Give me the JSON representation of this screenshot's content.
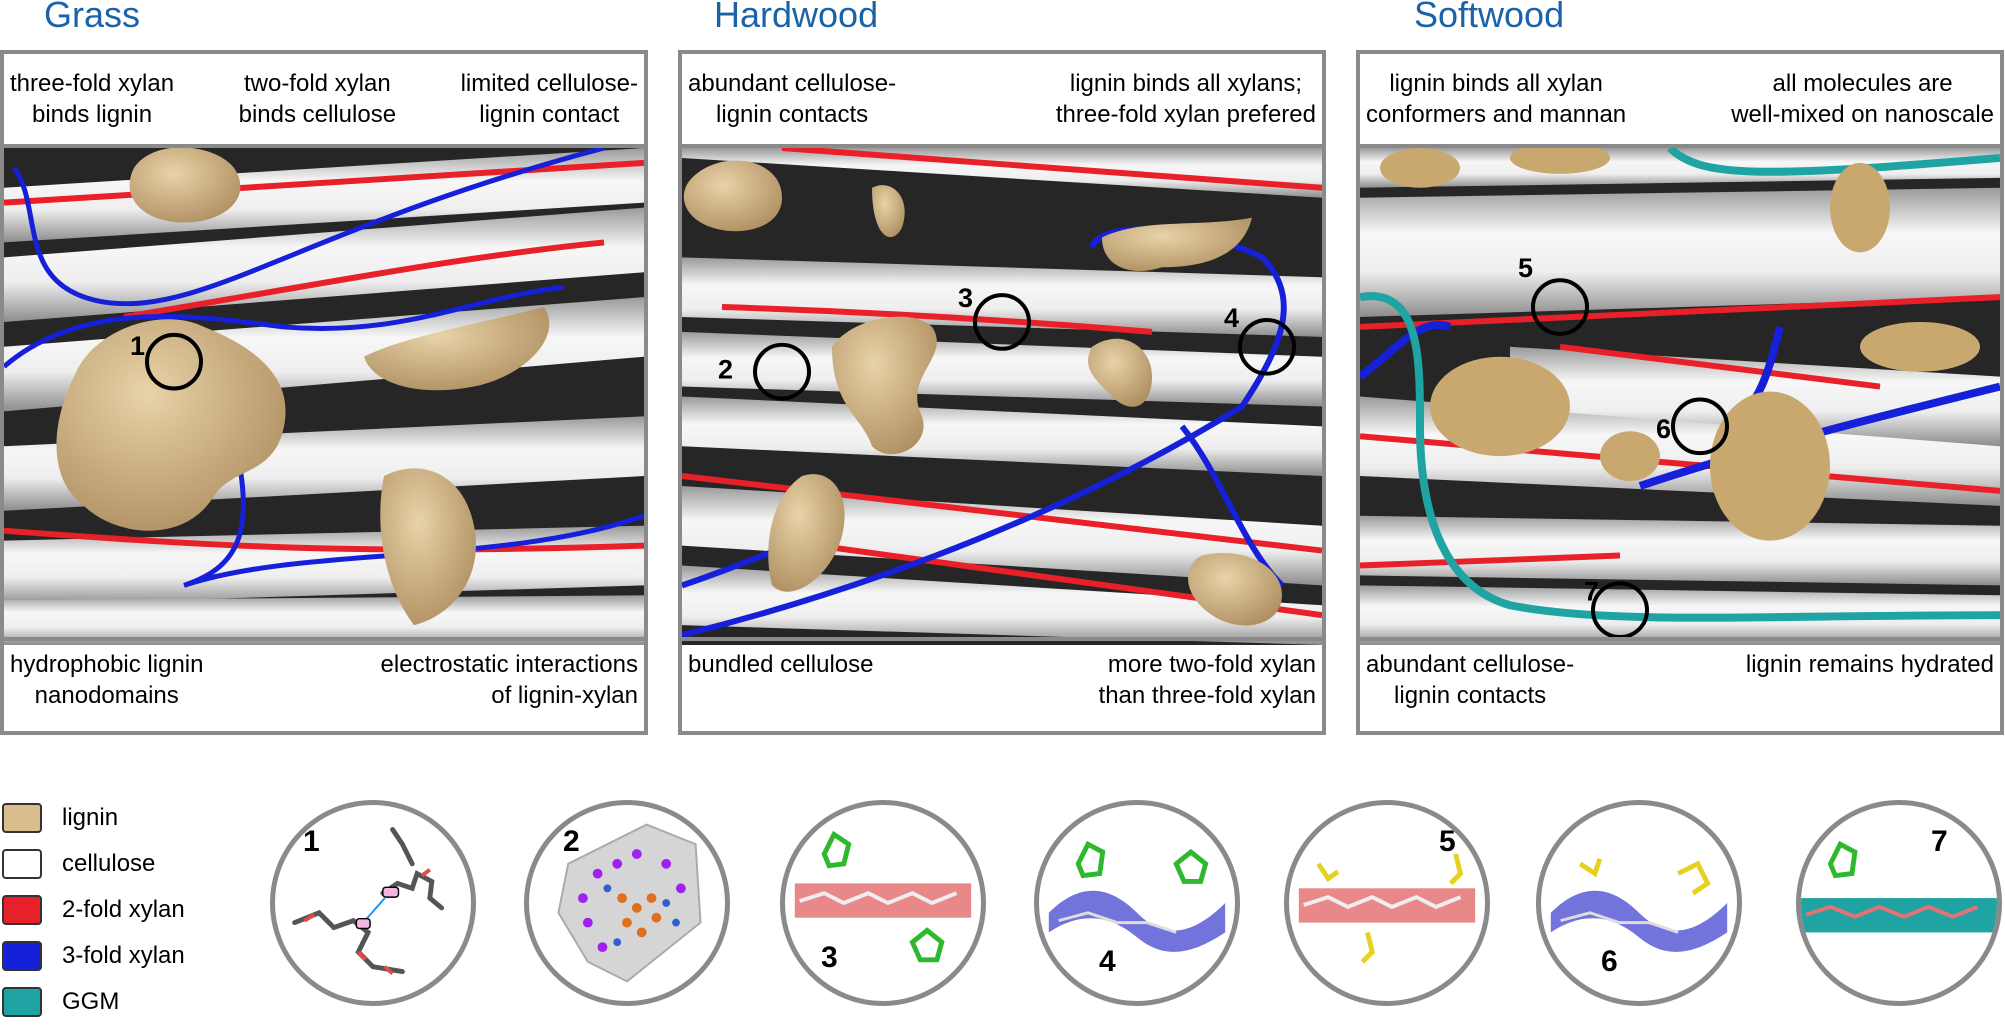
{
  "panels": {
    "grass": {
      "title": "Grass",
      "top_left": "three-fold xylan\nbinds lignin",
      "top_mid": "two-fold xylan\nbinds cellulose",
      "top_right": "limited cellulose-\nlignin contact",
      "bottom_left": "hydrophobic lignin\nnanodomains",
      "bottom_right": "electrostatic interactions\nof lignin-xylan",
      "markers": [
        "1"
      ]
    },
    "hardwood": {
      "title": "Hardwood",
      "top_left": "abundant cellulose-\nlignin contacts",
      "top_right": "lignin binds all xylans;\nthree-fold xylan prefered",
      "bottom_left": "bundled cellulose",
      "bottom_right": "more two-fold xylan\nthan three-fold xylan",
      "markers": [
        "2",
        "3",
        "4"
      ]
    },
    "softwood": {
      "title": "Softwood",
      "top_left": "lignin binds all xylan\nconformers and mannan",
      "top_right": "all molecules are\nwell-mixed on nanoscale",
      "bottom_left": "abundant cellulose-\nlignin contacts",
      "bottom_right": "lignin remains hydrated",
      "markers": [
        "5",
        "6",
        "7"
      ]
    }
  },
  "legend": [
    {
      "label": "lignin",
      "color": "#d9bd8c",
      "icon": "lignin-swatch"
    },
    {
      "label": "cellulose",
      "color": "#ffffff",
      "icon": "cellulose-swatch"
    },
    {
      "label": "2-fold xylan",
      "color": "#e8202a",
      "icon": "two-fold-xylan-swatch"
    },
    {
      "label": "3-fold xylan",
      "color": "#1520d8",
      "icon": "three-fold-xylan-swatch"
    },
    {
      "label": "GGM",
      "color": "#1fa3a3",
      "icon": "ggm-swatch"
    }
  ],
  "circles": [
    {
      "label": "1"
    },
    {
      "label": "2"
    },
    {
      "label": "3"
    },
    {
      "label": "4"
    },
    {
      "label": "5"
    },
    {
      "label": "6"
    },
    {
      "label": "7"
    }
  ],
  "colors": {
    "title": "#1a63a8",
    "border": "#8a8a8a",
    "lignin": "#d9bd8c",
    "two_fold_xylan": "#e8202a",
    "three_fold_xylan": "#1520d8",
    "ggm": "#1fa3a3",
    "cellulose": "#f2f2f2"
  }
}
